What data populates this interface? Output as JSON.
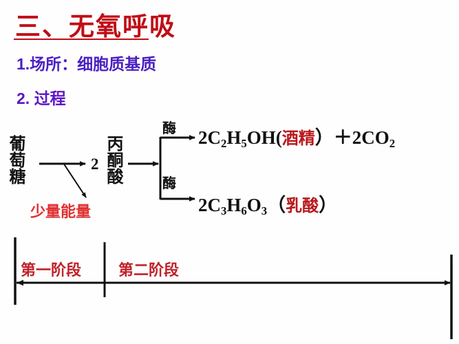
{
  "slide": {
    "title": "三、无氧呼吸",
    "bullets": [
      {
        "label": "1.场所：细胞质基质"
      },
      {
        "label": "2. 过程"
      }
    ]
  },
  "diagram": {
    "substrate": "葡萄糖",
    "coefficient": "2",
    "intermediate": "丙酮酸",
    "energy_note": "少量能量",
    "enzyme_top": "酶",
    "enzyme_bottom": "酶",
    "product_top": {
      "formula_prefix": "2C",
      "sub1": "2",
      "mid1": "H",
      "sub2": "5",
      "mid2": "OH",
      "open_paren": "(",
      "name": "酒精",
      "close_paren": "）",
      "plus": "＋2CO",
      "sub3": "2"
    },
    "product_bottom": {
      "formula_prefix": "2C",
      "sub1": "3",
      "mid1": "H",
      "sub2": "6",
      "mid2": "O",
      "sub3": "3",
      "open_paren": "（",
      "name": "乳酸",
      "close_paren": "）"
    }
  },
  "stages": {
    "stage_1": "第一阶段",
    "stage_2": "第二阶段"
  },
  "colors": {
    "title_red": "#c00d16",
    "bullet_purple": "#4b1fc4",
    "highlight_red": "#b8181c",
    "energy_red": "#e03030",
    "stage_red": "#c0222a",
    "line_black": "#111111"
  }
}
